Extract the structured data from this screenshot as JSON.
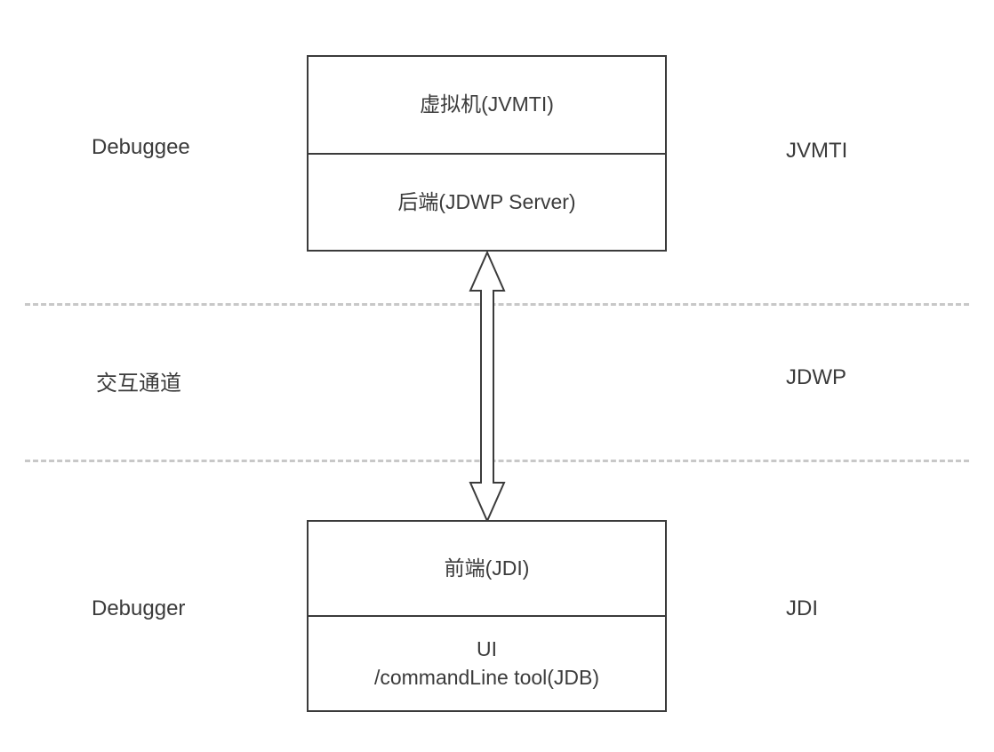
{
  "diagram": {
    "top_box": {
      "cell1": "虚拟机(JVMTI)",
      "cell2": "后端(JDWP Server)"
    },
    "bottom_box": {
      "cell1": "前端(JDI)",
      "cell2_line1": "UI",
      "cell2_line2": "/commandLine tool(JDB)"
    },
    "left_labels": {
      "top": "Debuggee",
      "middle": "交互通道",
      "bottom": "Debugger"
    },
    "right_labels": {
      "top": "JVMTI",
      "middle": "JDWP",
      "bottom": "JDI"
    },
    "colors": {
      "border": "#3b3b3b",
      "text": "#3b3b3b",
      "dashed_line": "#c8c8c8",
      "background": "#ffffff"
    }
  }
}
